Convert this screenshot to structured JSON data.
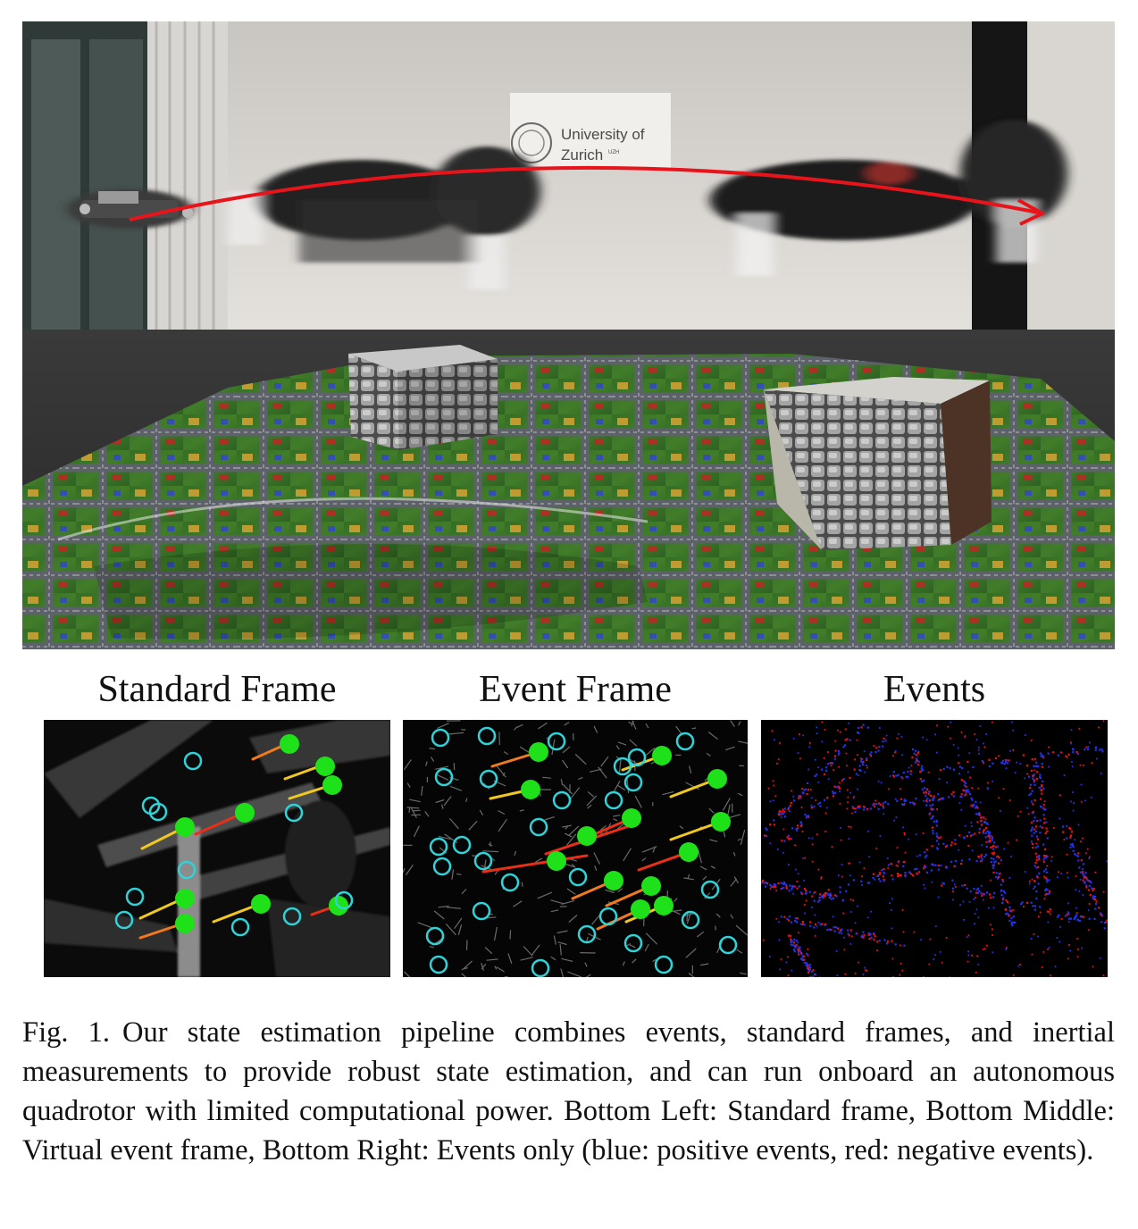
{
  "photo": {
    "sign_line1": "University of",
    "sign_line2": "Zurich",
    "sign_super": "UZH"
  },
  "panels": [
    {
      "title": "Standard Frame"
    },
    {
      "title": "Event Frame"
    },
    {
      "title": "Events"
    }
  ],
  "caption": {
    "label": "Fig. 1.",
    "text": "Our state estimation pipeline combines events, standard frames, and inertial measurements to provide robust state estimation, and can run onboard an autonomous quadrotor with limited computational power. Bottom Left: Standard frame, Bottom Middle: Virtual event frame, Bottom Right: Events only (blue: positive events, red: negative events)."
  },
  "colors": {
    "trajectory": "#e8141b",
    "feature_tracked": "#1ee11a",
    "feature_candidate": "#2fd3d8",
    "track_line_a": "#f0c820",
    "track_line_b": "#f07a20",
    "track_line_c": "#e83018",
    "event_positive": "#2233ee",
    "event_negative": "#ee1111"
  }
}
